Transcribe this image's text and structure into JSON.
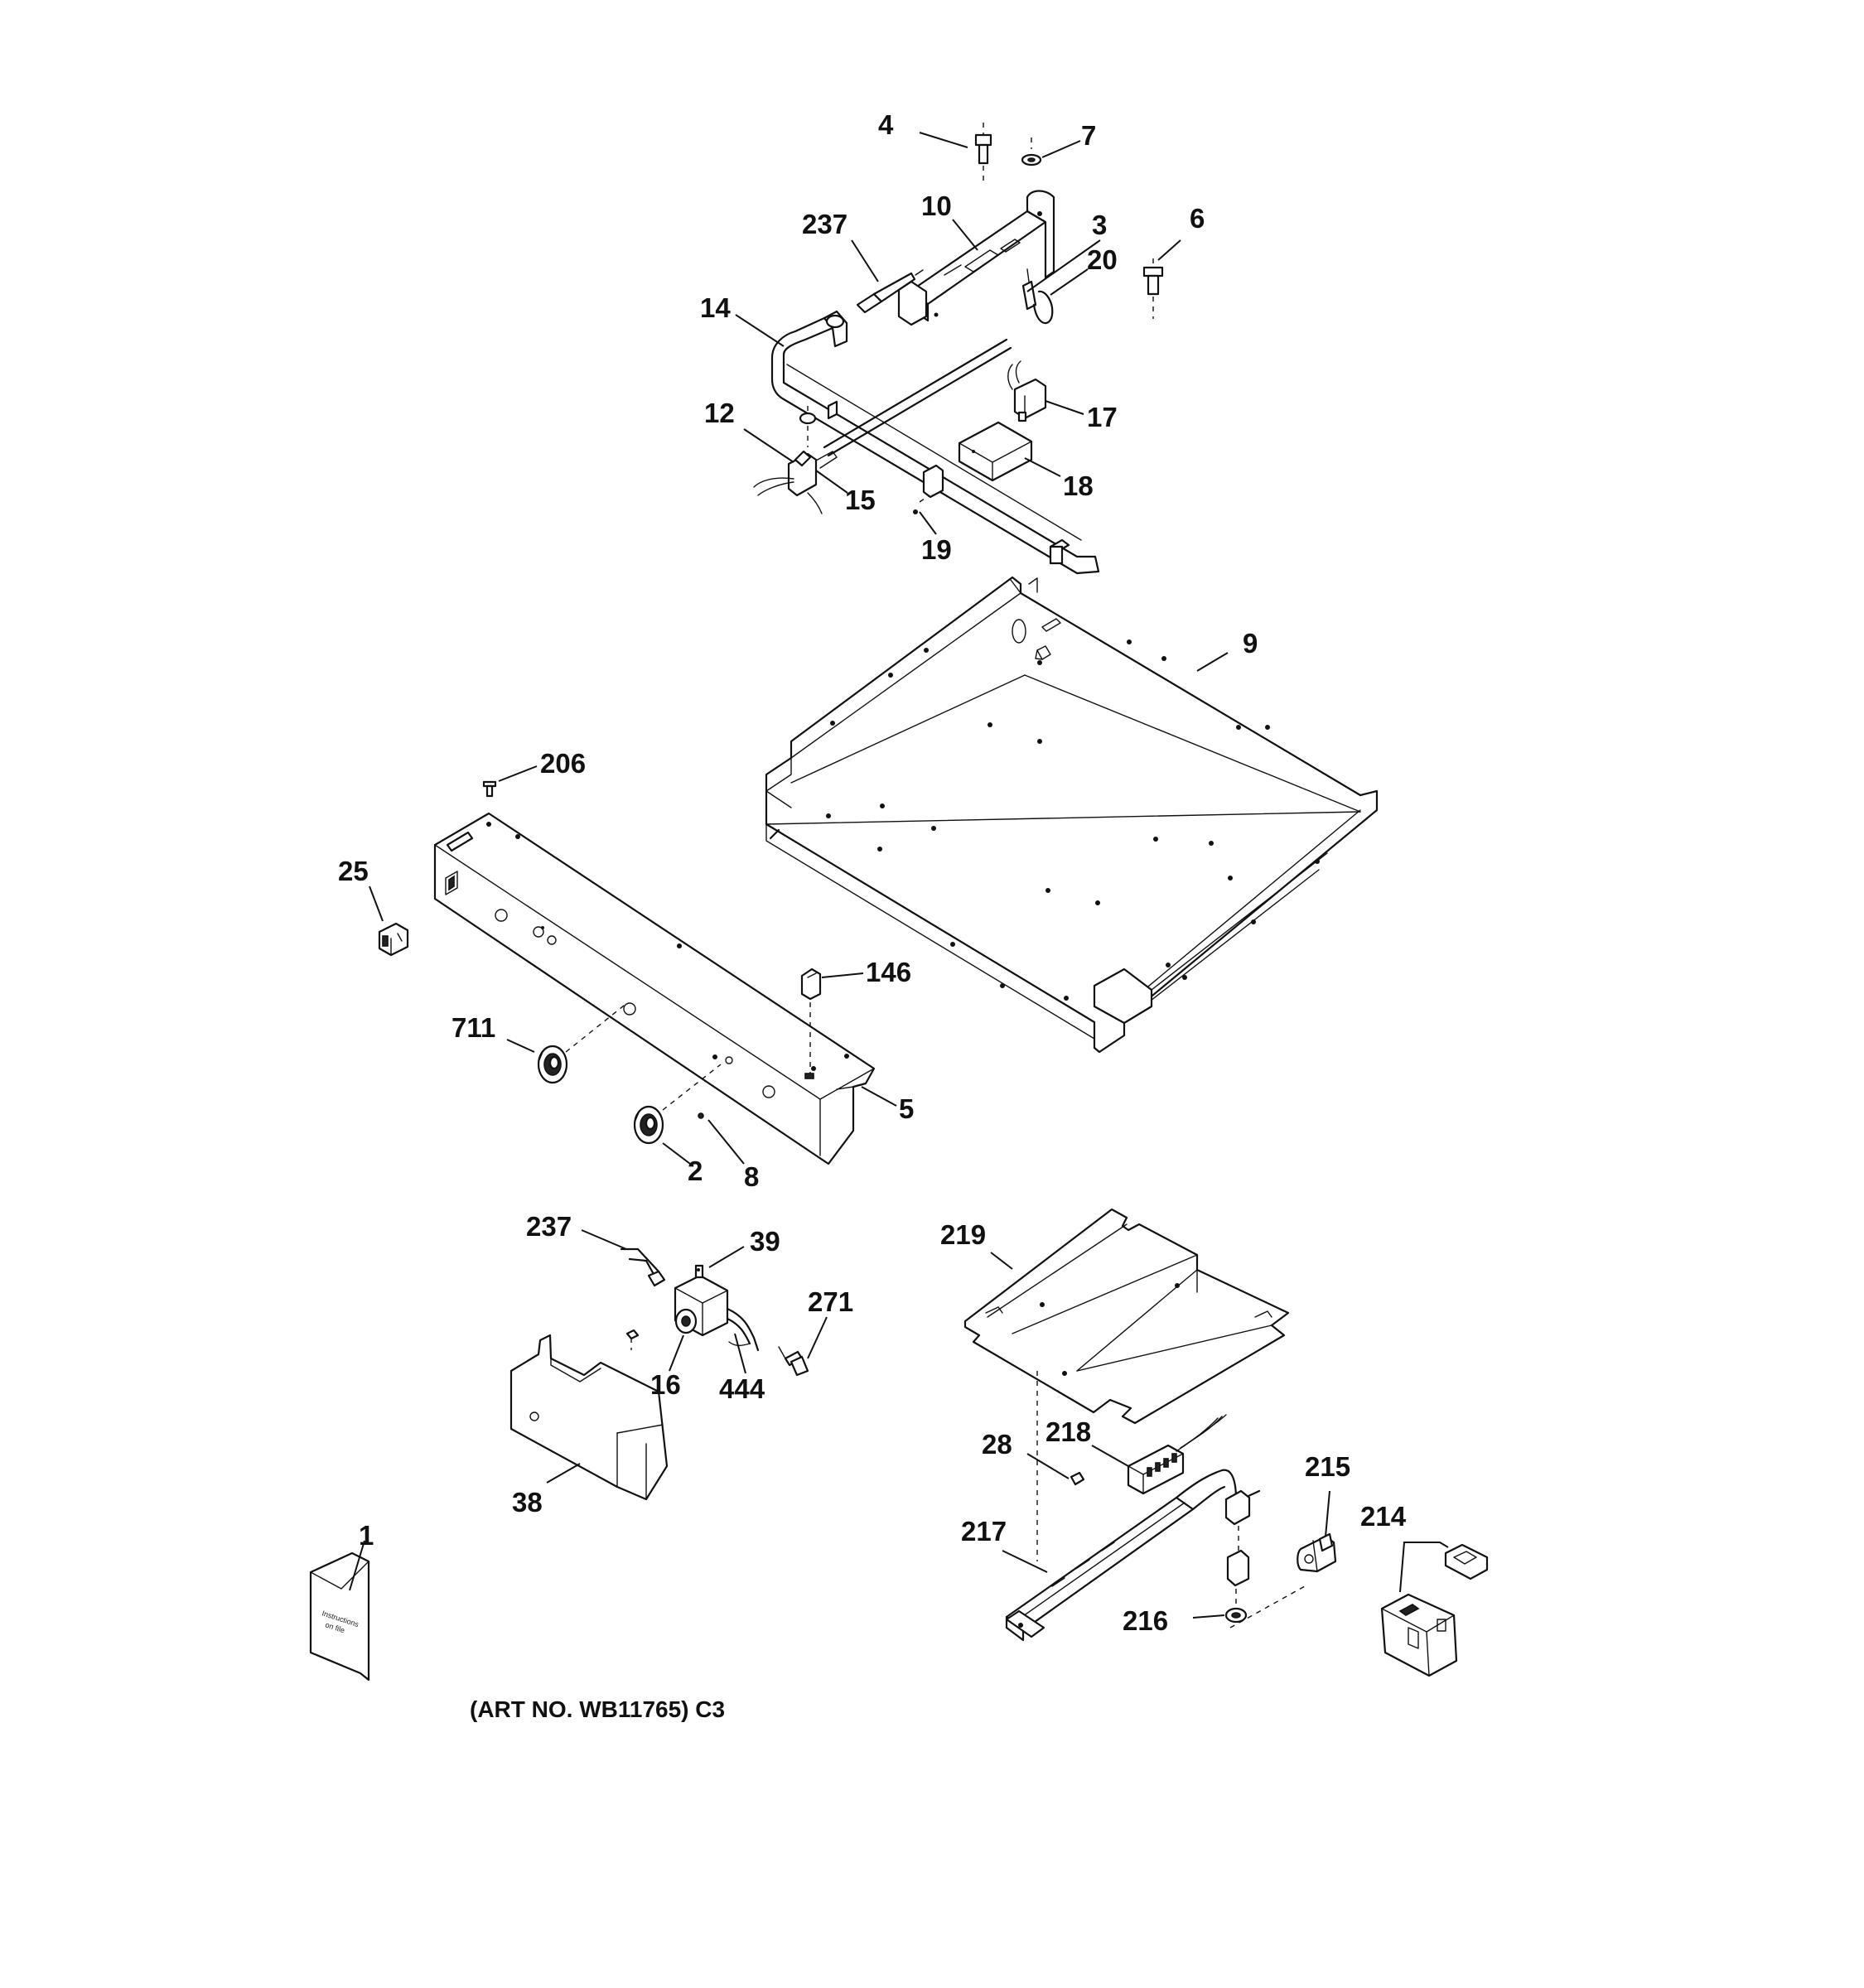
{
  "diagram": {
    "caption": "(ART NO. WB11765) C3",
    "envelope_text": [
      "Instructions",
      "on file"
    ],
    "part_labels": {
      "p4": "4",
      "p7": "7",
      "p237a": "237",
      "p10": "10",
      "p3": "3",
      "p6": "6",
      "p20": "20",
      "p14": "14",
      "p12": "12",
      "p17": "17",
      "p15": "15",
      "p18": "18",
      "p19": "19",
      "p9": "9",
      "p206": "206",
      "p25": "25",
      "p146": "146",
      "p711": "711",
      "p5": "5",
      "p2": "2",
      "p8": "8",
      "p237b": "237",
      "p39": "39",
      "p271": "271",
      "p16": "16",
      "p444": "444",
      "p38": "38",
      "p219": "219",
      "p28": "28",
      "p218": "218",
      "p215": "215",
      "p217": "217",
      "p214": "214",
      "p216": "216",
      "p1": "1"
    }
  }
}
